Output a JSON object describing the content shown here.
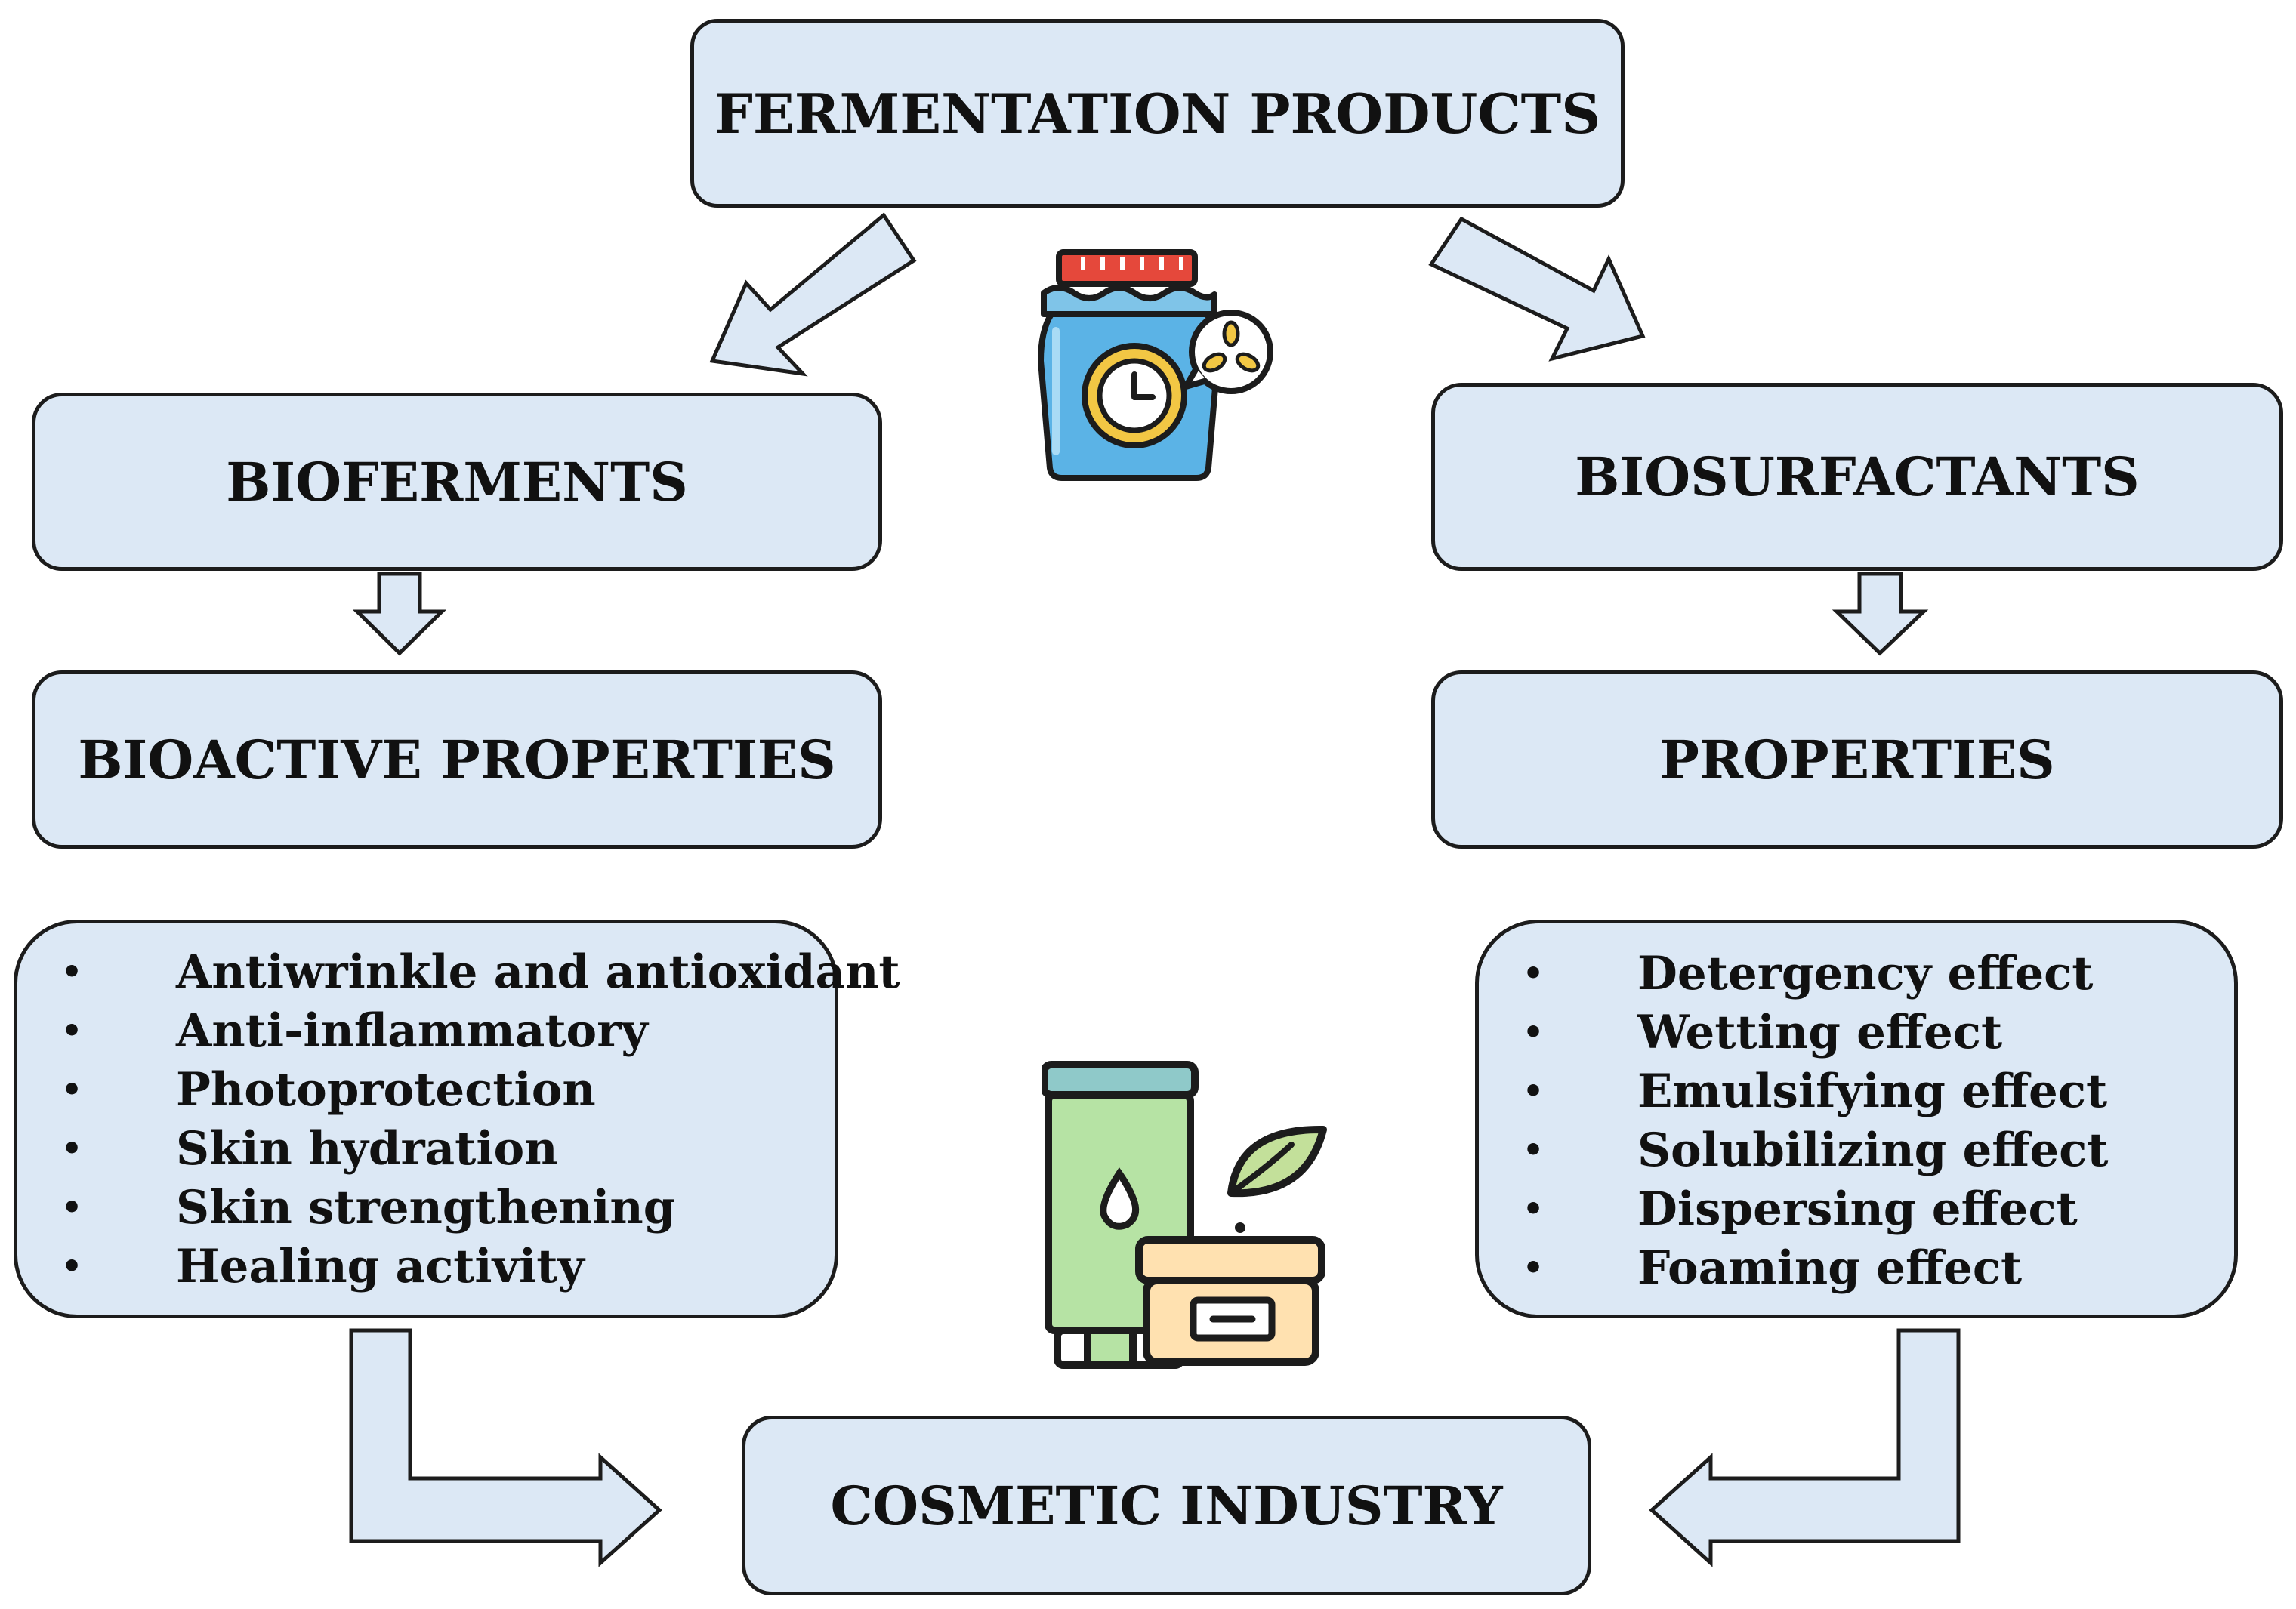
{
  "nodes": {
    "fermentation_products": "FERMENTATION PRODUCTS",
    "bioferments": "BIOFERMENTS",
    "biosurfactants": "BIOSURFACTANTS",
    "bioactive_properties": "BIOACTIVE PROPERTIES",
    "properties": "PROPERTIES",
    "cosmetic_industry": "COSMETIC INDUSTRY"
  },
  "bioactive_list": [
    "Antiwrinkle  and antioxidant",
    "Anti-inflammatory",
    "Photoprotection",
    "Skin hydration",
    "Skin strengthening",
    "Healing activity"
  ],
  "properties_list": [
    "Detergency effect",
    "Wetting effect",
    "Emulsifying effect",
    "Solubilizing effect",
    "Dispersing effect",
    "Foaming effect"
  ],
  "bullet": "•",
  "icons": {
    "top": "fermentation-jar-icon",
    "bottom": "cosmetic-products-icon"
  },
  "colors": {
    "box_fill": "#dce8f5",
    "box_stroke": "#1c1c1c",
    "arrow_fill": "#dce8f5"
  }
}
